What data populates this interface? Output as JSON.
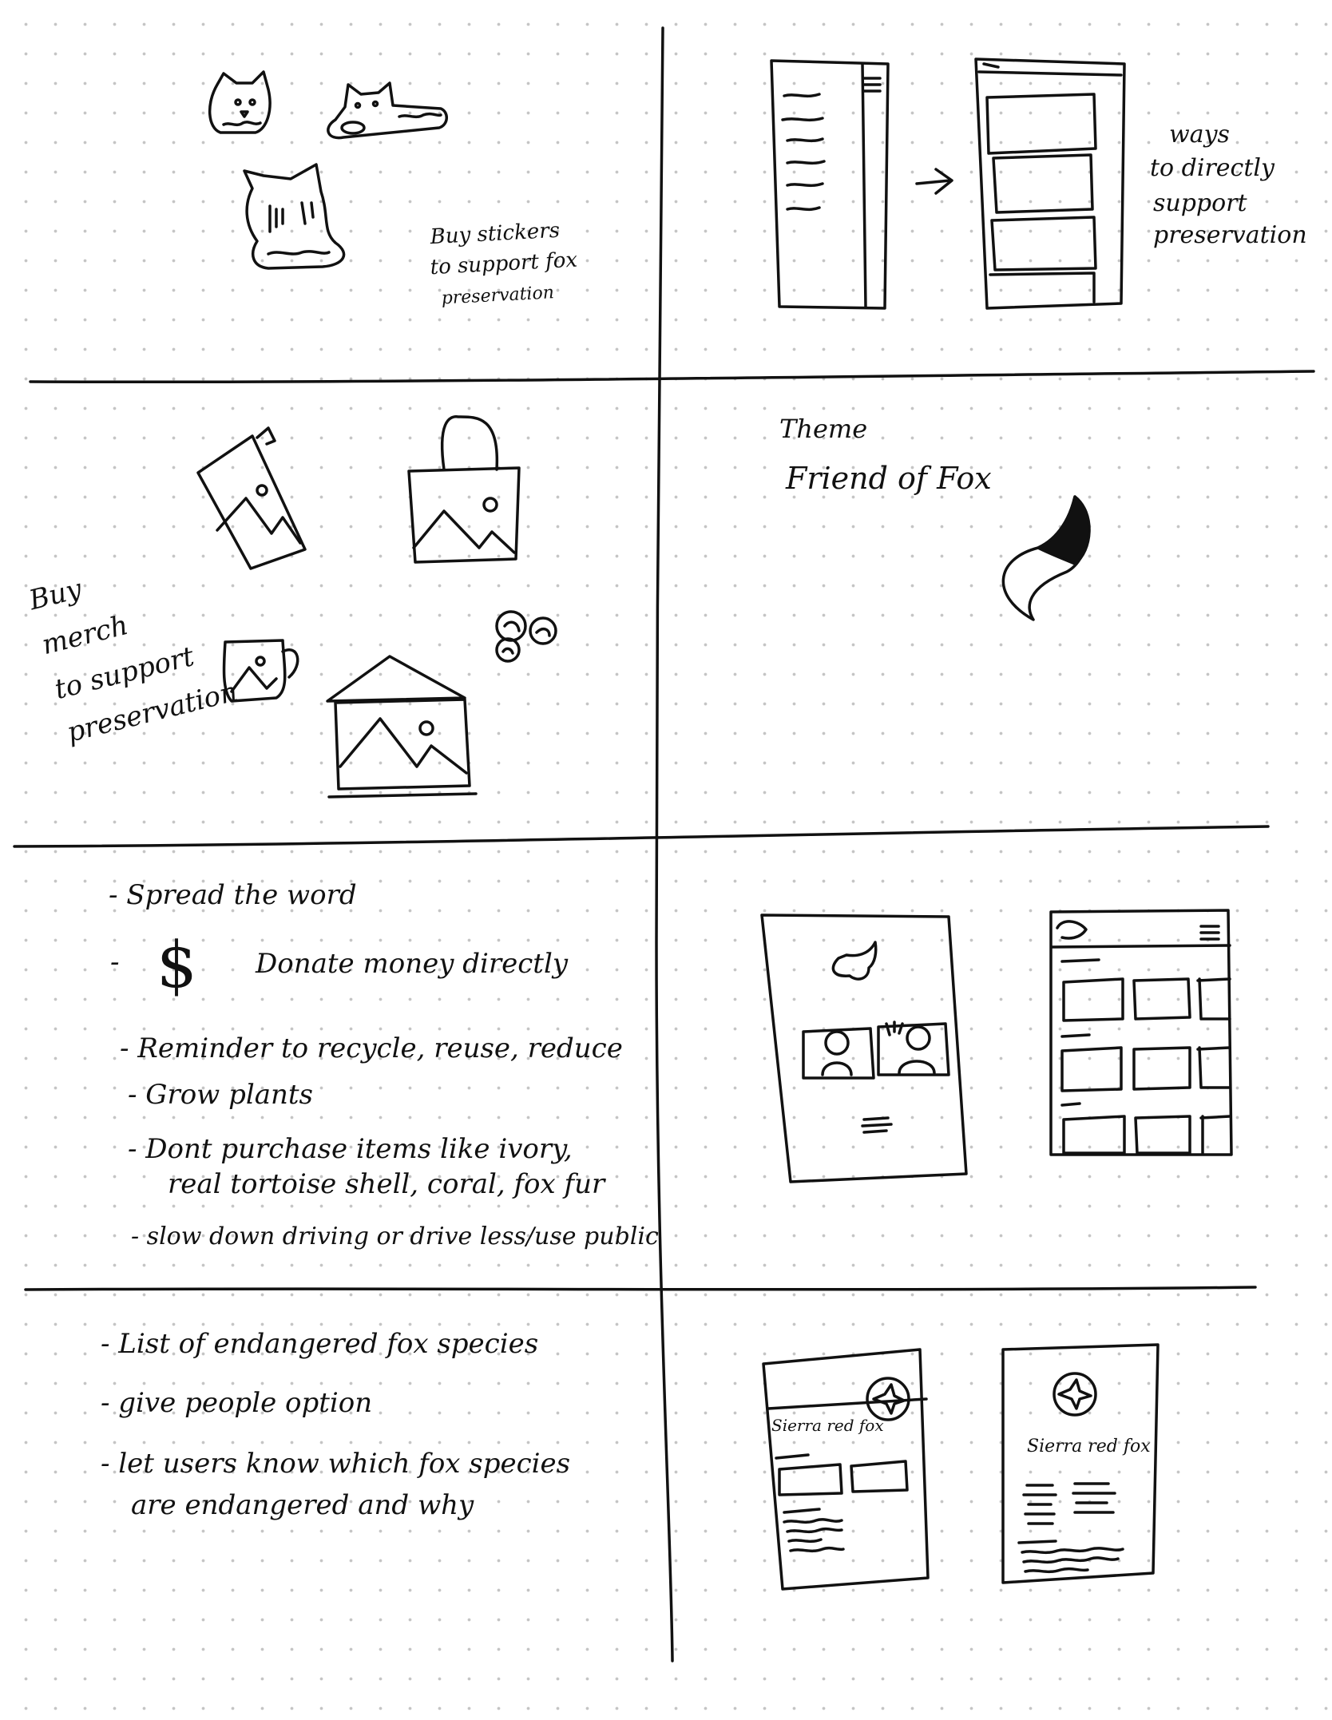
{
  "panel1": {
    "caption": [
      "Buy stickers",
      "to support fox",
      "preservation"
    ]
  },
  "panel2": {
    "caption": [
      "ways",
      "to directly",
      "support",
      "preservation"
    ]
  },
  "panel3": {
    "caption": [
      "Buy",
      "merch",
      "to support",
      "preservation"
    ]
  },
  "panel4": {
    "theme_label": "Theme",
    "theme_name": "Friend of Fox"
  },
  "panel5": {
    "items": [
      "- Spread the word",
      "-",
      "Donate money directly",
      "- Reminder to recycle, reuse, reduce",
      "- Grow plants",
      "- Dont purchase items like ivory,",
      "real tortoise shell, coral, fox fur",
      "- slow down driving or drive less/use public"
    ],
    "dollar_symbol": "$"
  },
  "panel7": {
    "items": [
      "- List of endangered fox species",
      "- give people option",
      "- let users know which fox species",
      "are endangered and why"
    ]
  },
  "panel8": {
    "card1_title": "Sierra red fox",
    "card2_title": "Sierra red fox"
  }
}
